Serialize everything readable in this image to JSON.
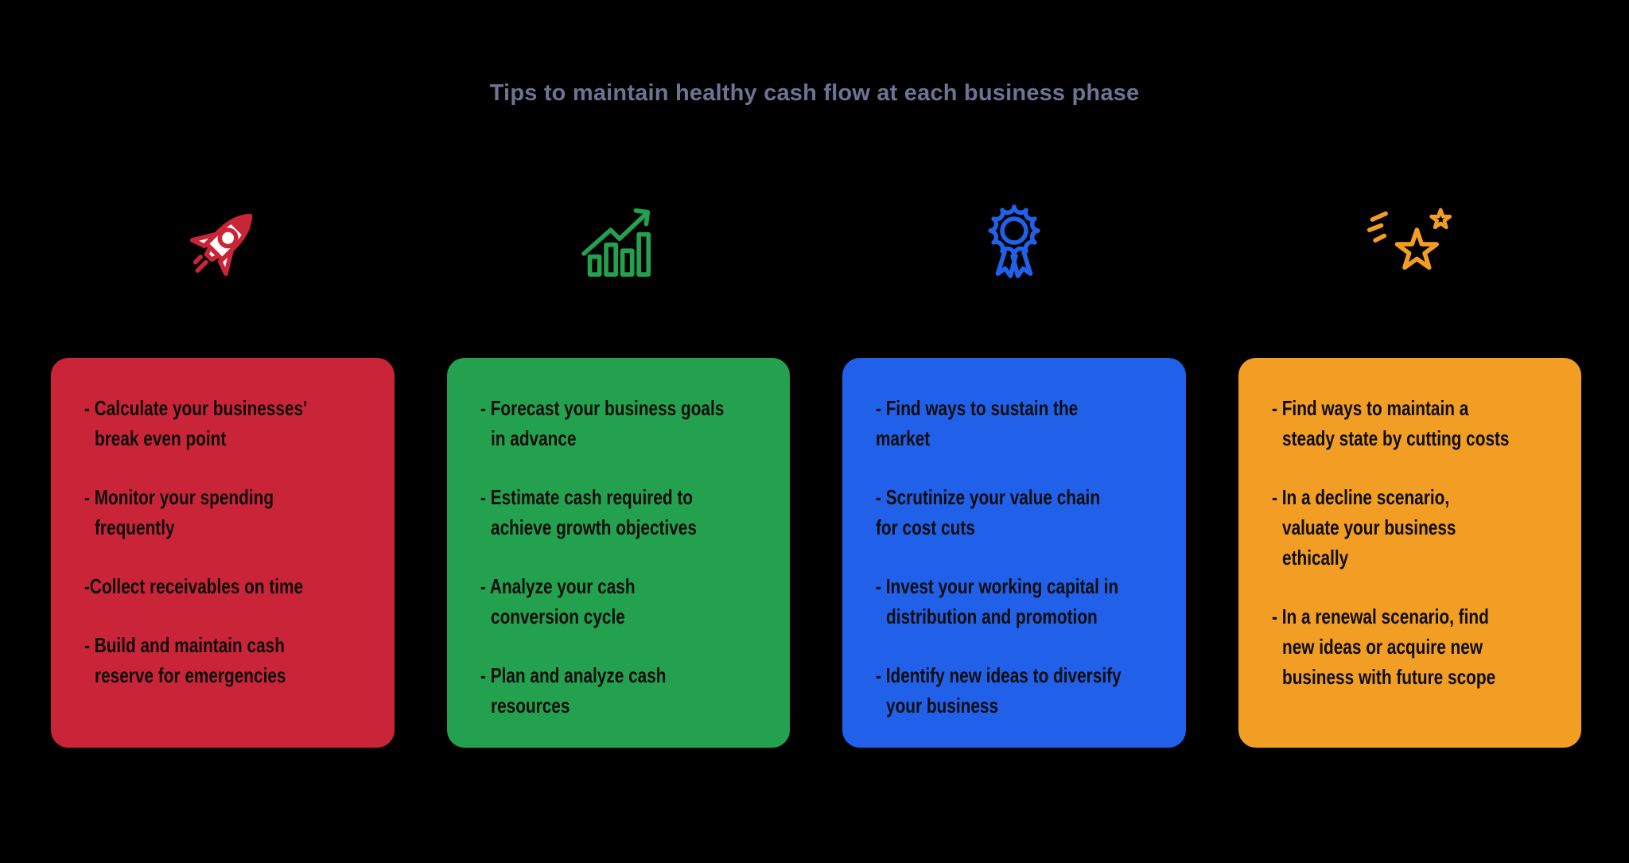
{
  "background": "#000000",
  "text_color": "#0d0d0d",
  "title": {
    "text": "Tips to maintain healthy cash flow at each business phase",
    "color": "#6d7392"
  },
  "columns": [
    {
      "icon": "rocket-icon",
      "color": "#ca2438",
      "bullets": [
        {
          "flush": false,
          "lines": [
            "- Calculate your businesses'",
            "break even point"
          ]
        },
        {
          "flush": false,
          "lines": [
            "- Monitor your spending",
            "frequently"
          ]
        },
        {
          "flush": false,
          "lines": [
            "-Collect receivables on time"
          ]
        },
        {
          "flush": false,
          "lines": [
            "- Build and maintain cash",
            "reserve for emergencies"
          ]
        }
      ]
    },
    {
      "icon": "growth-chart-icon",
      "color": "#24a14e",
      "bullets": [
        {
          "flush": false,
          "lines": [
            "- Forecast your business goals",
            "in advance"
          ]
        },
        {
          "flush": false,
          "lines": [
            "- Estimate cash required to",
            "achieve growth objectives"
          ]
        },
        {
          "flush": false,
          "lines": [
            "- Analyze your cash",
            "conversion cycle"
          ]
        },
        {
          "flush": false,
          "lines": [
            "- Plan and analyze cash",
            "resources"
          ]
        }
      ]
    },
    {
      "icon": "award-ribbon-icon",
      "color": "#2161e9",
      "bullets": [
        {
          "flush": true,
          "lines": [
            "- Find ways to sustain the",
            "market"
          ]
        },
        {
          "flush": true,
          "lines": [
            "- Scrutinize your value chain",
            "for cost cuts"
          ]
        },
        {
          "flush": false,
          "lines": [
            "- Invest your working capital in",
            "distribution and promotion"
          ]
        },
        {
          "flush": false,
          "lines": [
            "- Identify new ideas to diversify",
            "your business"
          ]
        }
      ]
    },
    {
      "icon": "shooting-star-icon",
      "color": "#f29d24",
      "bullets": [
        {
          "flush": false,
          "lines": [
            "- Find ways to maintain a",
            "steady state by cutting costs"
          ]
        },
        {
          "flush": false,
          "lines": [
            "- In a decline scenario,",
            "valuate your business",
            "ethically"
          ]
        },
        {
          "flush": false,
          "lines": [
            "- In a renewal scenario, find",
            "new ideas or acquire new",
            "business with future scope"
          ]
        }
      ]
    }
  ]
}
